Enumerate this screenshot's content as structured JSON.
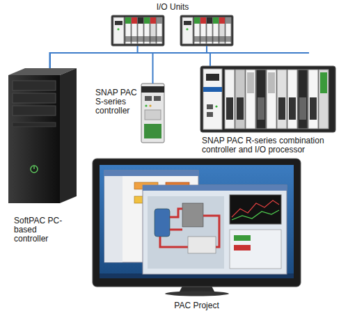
{
  "diagram": {
    "nodes": [
      {
        "text": [
          "I/O Units"
        ]
      },
      {
        "text": [
          "SoftPAC PC-based controller"
        ]
      },
      {
        "text": [
          "SNAP PAC S-series controller"
        ]
      },
      {
        "text": [
          "SNAP PAC R-series combination controller and I/O processor"
        ]
      },
      {
        "text": [
          "PAC Project"
        ]
      }
    ],
    "edges": [
      {
        "from": 1,
        "to": 0,
        "arrow": "none"
      },
      {
        "from": 1,
        "to": 2,
        "arrow": "none"
      },
      {
        "from": 1,
        "to": 3,
        "arrow": "none"
      }
    ]
  }
}
